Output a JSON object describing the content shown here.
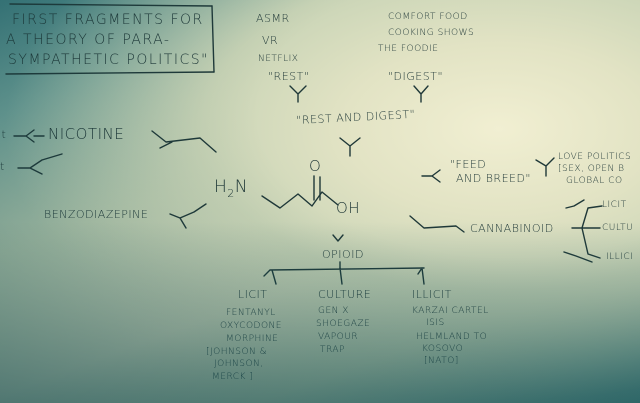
{
  "title_box": {
    "line1": "FIRST FRAGMENTS FOR",
    "line2": "A THEORY OF PARA-",
    "line3": "SYMPATHETIC POLITICS\""
  },
  "top": {
    "asmr": "ASMR",
    "vr": "VR",
    "netflix": "NETFLIX",
    "rest": "\"REST\"",
    "comfort_food": "COMFORT FOOD",
    "cooking_shows": "COOKING SHOWS",
    "the_foodie": "THE FOODIE",
    "digest": "\"DIGEST\"",
    "rest_and_digest": "\"REST AND DIGEST\""
  },
  "left": {
    "nicotine_prefix": "it",
    "nicotine": "NICOTINE",
    "t_fragment": "t",
    "benzodiazepine": "BENZODIAZEPINE"
  },
  "molecule": {
    "amine": "H",
    "amine_sub": "2",
    "amine_n": "N",
    "oxygen": "O",
    "hydroxyl": "OH"
  },
  "right": {
    "feed_line1": "\"FEED",
    "feed_line2": "AND BREED\"",
    "love_politics": "LOVE POLITICS",
    "sex_open": "[SEX, OPEN B",
    "global_co": "GLOBAL CO",
    "cannabinoid": "CANNABINOID",
    "licit": "LICIT",
    "culture": "CULTU",
    "illicit": "ILLICI"
  },
  "opioid": {
    "label": "OPIOID",
    "licit": "LICIT",
    "licit_items": [
      "FENTANYL",
      "OXYCODONE",
      "MORPHINE",
      "[JOHNSON &",
      "JOHNSON,",
      "MERCK ]"
    ],
    "culture": "CULTURE",
    "culture_items": [
      "GEN X",
      "SHOEGAZE",
      "VAPOUR",
      "TRAP"
    ],
    "illicit": "ILLICIT",
    "illicit_items": [
      "KARZAI CARTEL",
      "ISIS",
      "HELMLAND TO",
      "KOSOVO",
      "[NATO]"
    ]
  }
}
